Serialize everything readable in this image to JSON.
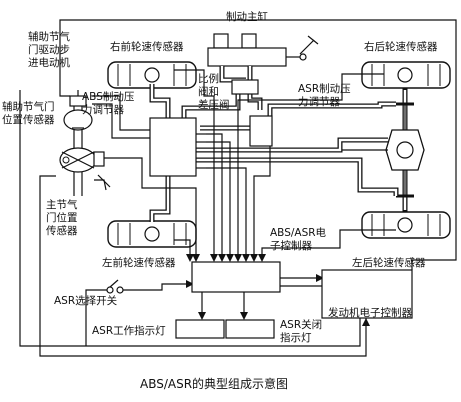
{
  "labels": {
    "master_cylinder": "制动主缸",
    "aux_throttle_motor_l1": "辅助节气",
    "aux_throttle_motor_l2": "门驱动步",
    "aux_throttle_motor_l3": "进电动机",
    "front_right_sensor": "右前轮速传感器",
    "rear_right_sensor": "右后轮速传感器",
    "proportioning_l1": "比例",
    "proportioning_l2": "阀和",
    "proportioning_l3": "差压阀",
    "abs_modulator_l1": "ABS制动压",
    "abs_modulator_l2": "力调节器",
    "asr_modulator_l1": "ASR制动压",
    "asr_modulator_l2": "力调节器",
    "aux_throttle_sensor_l1": "辅助节气门",
    "aux_throttle_sensor_l2": "位置传感器",
    "main_throttle_l1": "主节气",
    "main_throttle_l2": "门位置",
    "main_throttle_l3": "传感器",
    "abs_asr_ecu_l1": "ABS/ASR电",
    "abs_asr_ecu_l2": "子控制器",
    "front_left_sensor": "左前轮速传感器",
    "rear_left_sensor": "左后轮速传感器",
    "asr_select_switch": "ASR选择开关",
    "engine_ecu": "发动机电子控制器",
    "asr_work_lamp": "ASR工作指示灯",
    "asr_off_lamp_l1": "ASR关闭",
    "asr_off_lamp_l2": "指示灯"
  },
  "caption": "ABS/ASR的典型组成示意图",
  "colors": {
    "line": "#111111",
    "background": "#ffffff"
  }
}
